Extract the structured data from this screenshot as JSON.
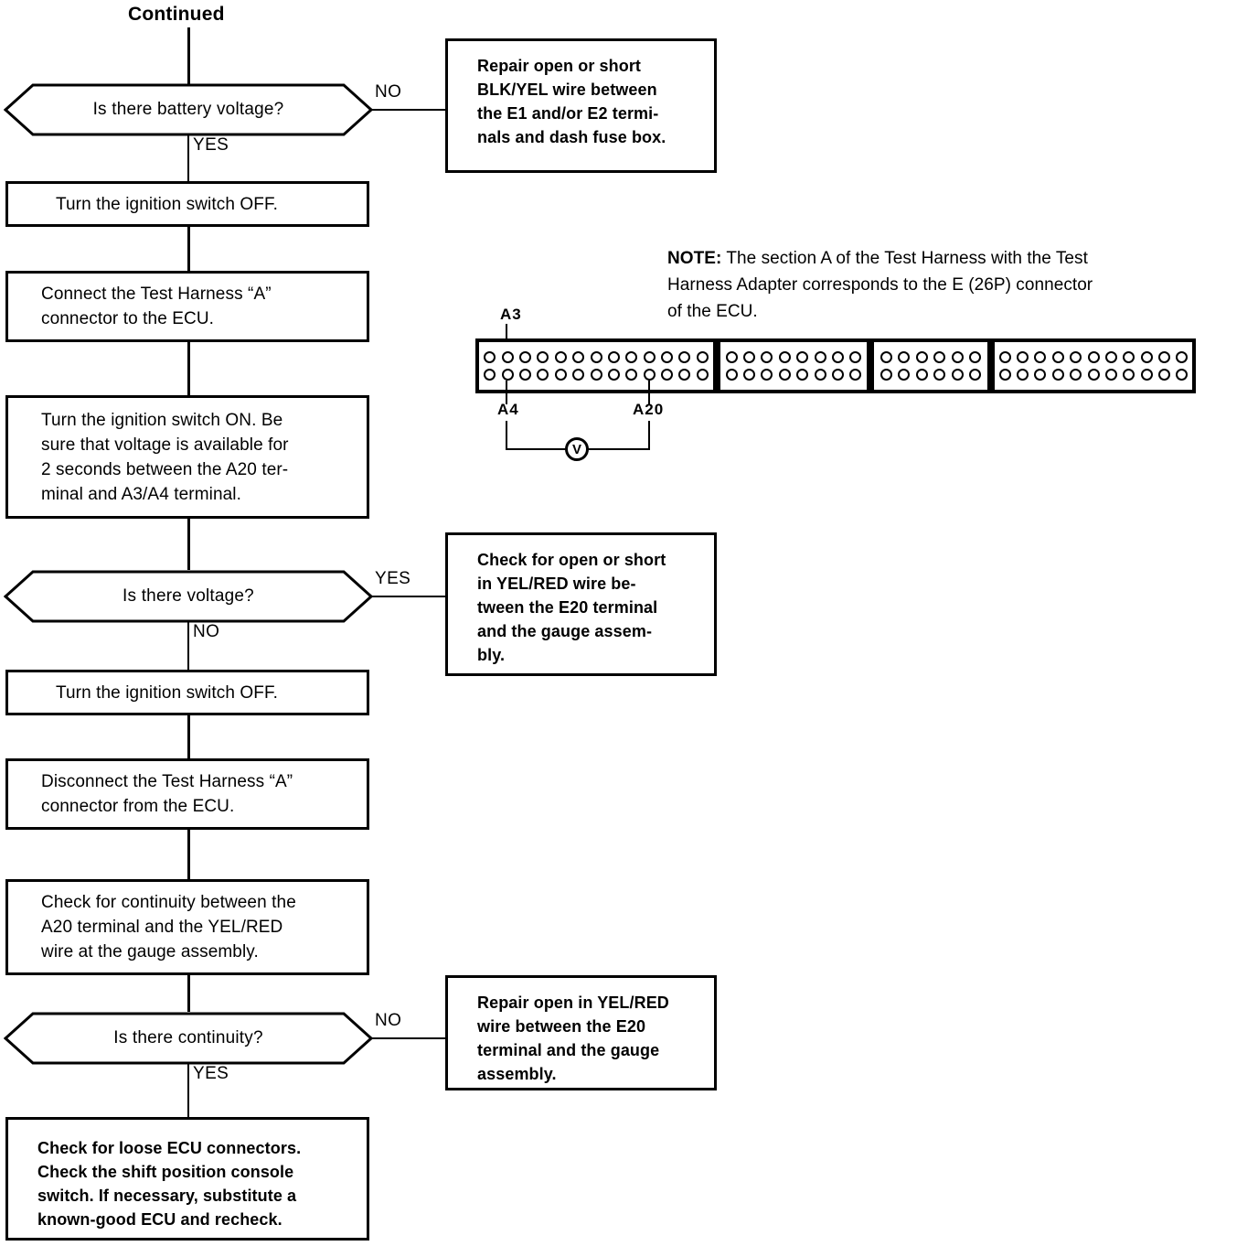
{
  "heading": "Continued",
  "flow": {
    "decisions": [
      {
        "id": "battery-voltage",
        "question": "Is there battery voltage?",
        "branch_out_label": "NO",
        "branch_down_label": "YES"
      },
      {
        "id": "voltage",
        "question": "Is there voltage?",
        "branch_out_label": "YES",
        "branch_down_label": "NO"
      },
      {
        "id": "continuity",
        "question": "Is there continuity?",
        "branch_out_label": "NO",
        "branch_down_label": "YES"
      }
    ],
    "steps": [
      {
        "id": "ignition-off-1",
        "text": "Turn the ignition switch OFF."
      },
      {
        "id": "connect-harness",
        "text": "Connect the Test Harness “A”\nconnector to the ECU."
      },
      {
        "id": "ignition-on",
        "text": "Turn the ignition switch ON. Be\nsure that voltage is available for\n2 seconds between the A20 ter-\nminal and A3/A4 terminal."
      },
      {
        "id": "ignition-off-2",
        "text": "Turn the ignition switch OFF."
      },
      {
        "id": "disconnect-harness",
        "text": "Disconnect the Test Harness “A”\nconnector from the ECU."
      },
      {
        "id": "check-continuity",
        "text": "Check for continuity between the\nA20 terminal and the YEL/RED\nwire at the gauge assembly."
      },
      {
        "id": "check-loose-ecu",
        "text": "Check for loose ECU connectors.\nCheck the shift position console\nswitch. If necessary, substitute a\nknown-good ECU and recheck."
      }
    ],
    "actions": [
      {
        "id": "repair-blk-yel",
        "text": "Repair open or short\nBLK/YEL wire between\nthe E1 and/or E2 termi-\nnals and dash fuse box."
      },
      {
        "id": "check-yel-red",
        "text": "Check for open or short\nin YEL/RED wire be-\ntween the E20 terminal\nand the gauge assem-\nbly."
      },
      {
        "id": "repair-yel-red",
        "text": "Repair open in YEL/RED\nwire between the E20\nterminal and the gauge\nassembly."
      }
    ]
  },
  "note": {
    "prefix": "NOTE:",
    "text": "  The section A of the Test Harness with the Test\nHarness Adapter corresponds to the E (26P) connector\nof the ECU."
  },
  "connector": {
    "blocks": [
      {
        "id": "block-a",
        "pins_per_row": 13,
        "rows": 2
      },
      {
        "id": "block-b",
        "pins_per_row": 8,
        "rows": 2
      },
      {
        "id": "block-c",
        "pins_per_row": 6,
        "rows": 2
      },
      {
        "id": "block-d",
        "pins_per_row": 11,
        "rows": 2
      }
    ],
    "labels": {
      "top_pin": "A3",
      "bottom_pin_left": "A4",
      "bottom_pin_right": "A20"
    },
    "meter_symbol": "V"
  },
  "colors": {
    "ink": "#000000",
    "paper": "#ffffff"
  }
}
